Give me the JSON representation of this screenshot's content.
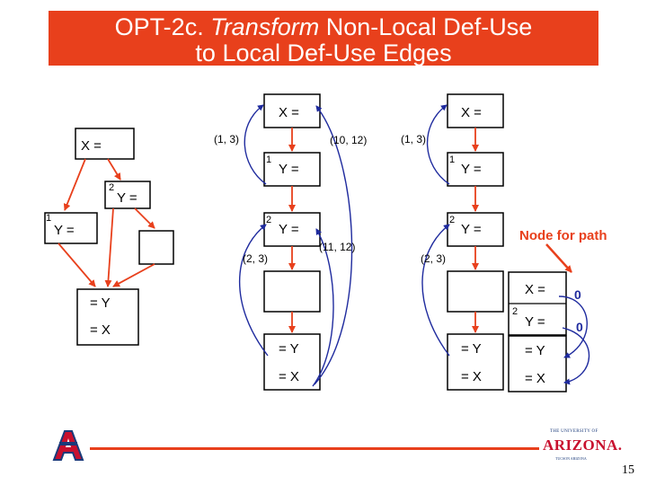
{
  "title": {
    "line1_em": "Transform",
    "line1_pre": "OPT-2c. ",
    "line1_post": " Non-Local Def-Use",
    "line2": "to Local Def-Use Edges"
  },
  "left_graph": {
    "x_def": "X =",
    "y_def_2": "Y =",
    "y_def_1": "Y =",
    "num_2": "2",
    "num_1": "1",
    "use_y": "= Y",
    "use_x": "= X"
  },
  "middle_graph": {
    "x_def": "X =",
    "y_def_1": "Y =",
    "y_def_2": "Y =",
    "num_1": "1",
    "num_2": "2",
    "use_y": "= Y",
    "use_x": "= X",
    "edge_13": "(1, 3)",
    "edge_1012": "(10, 12)",
    "edge_23": "(2, 3)",
    "edge_1112": "(11, 12)"
  },
  "right_graph": {
    "x_def": "X =",
    "y_def_1": "Y =",
    "y_def_2": "Y =",
    "num_1": "1",
    "num_2": "2",
    "use_y": "= Y",
    "use_x": "= X",
    "edge_13": "(1, 3)",
    "edge_23": "(2, 3)"
  },
  "path_node": {
    "label": "Node for path",
    "x_def": "X =",
    "y_def": "Y =",
    "num_2": "2",
    "zero_1": "0",
    "zero_2": "0",
    "use_y": "= Y",
    "use_x": "= X"
  },
  "footer": {
    "ua_small": "THE UNIVERSITY OF",
    "ua_big": "ARIZONA.",
    "ua_sub": "TUCSON ARIZONA",
    "page_number": "15"
  },
  "colors": {
    "accent": "#e8401c",
    "arrow_blue": "#1f2b9e",
    "arrow_red": "#e8401c"
  }
}
